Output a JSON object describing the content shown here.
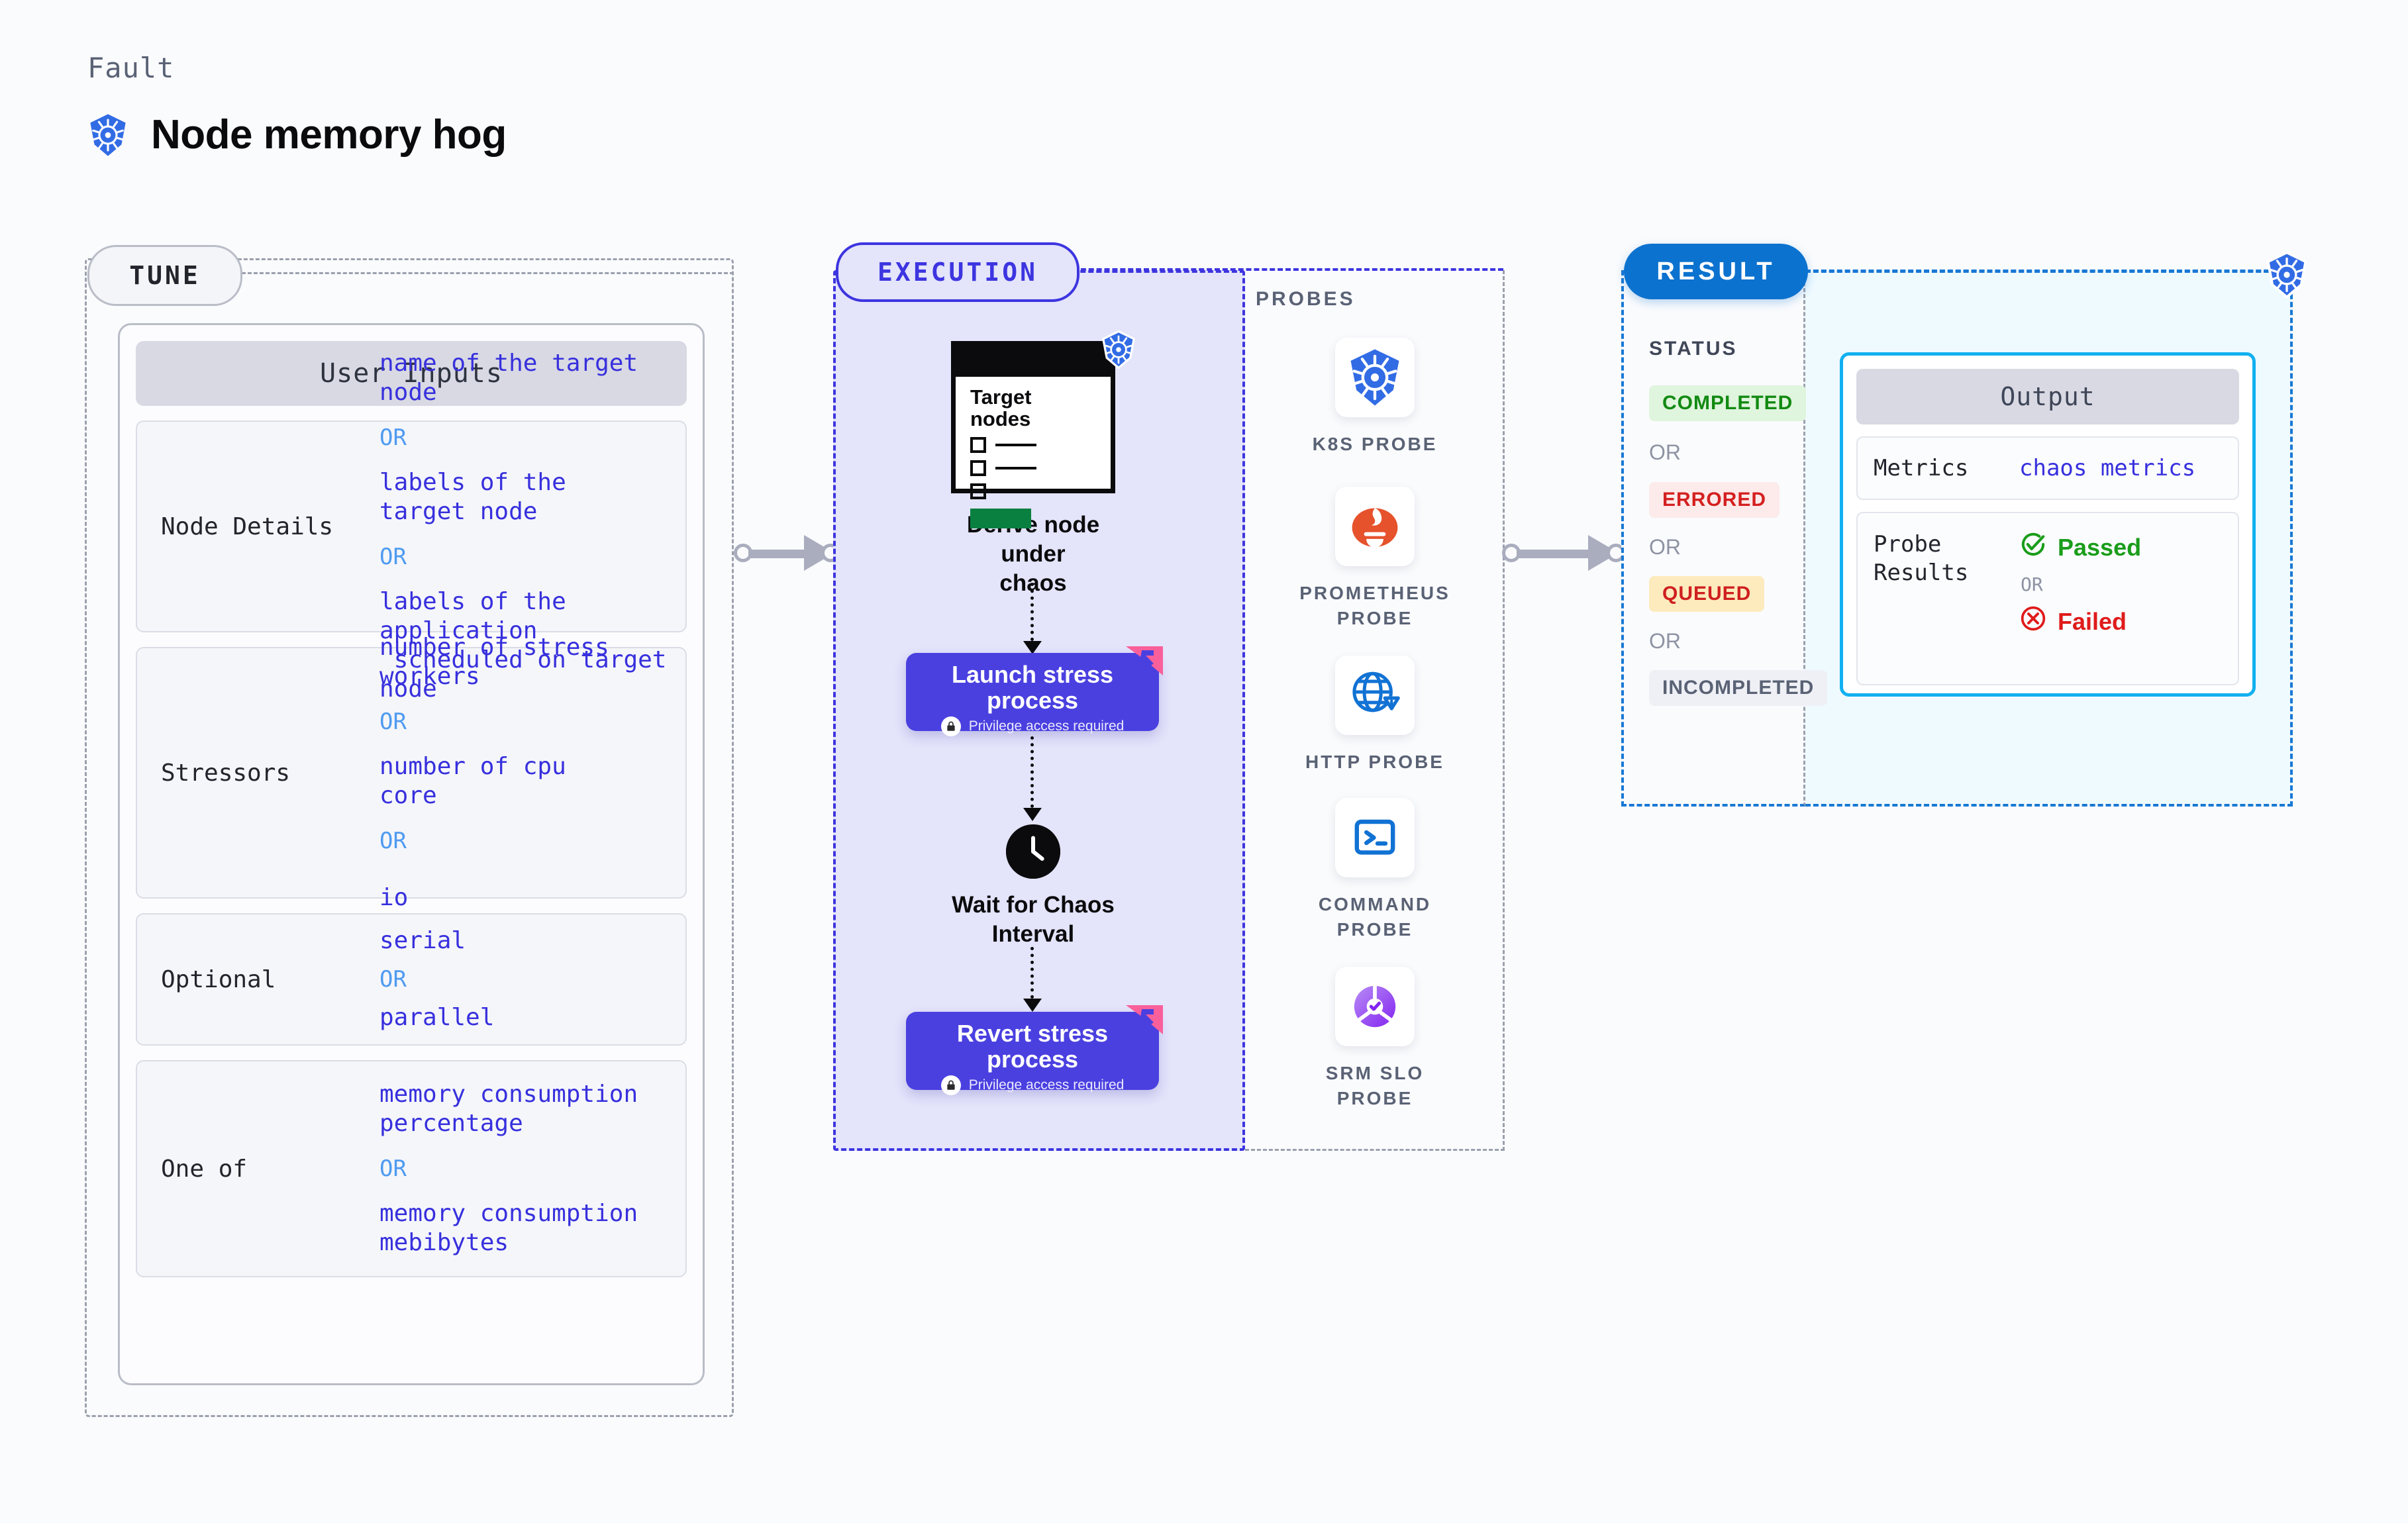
{
  "header": {
    "eyebrow": "Fault",
    "title": "Node memory hog",
    "icon": "kubernetes-icon"
  },
  "tune": {
    "chip_label": "TUNE",
    "card_title": "User Inputs",
    "groups": [
      {
        "label": "Node Details",
        "values": [
          "name of the target node",
          "labels of the\ntarget node",
          "labels of the application\n scheduled on target node"
        ],
        "separator": "OR"
      },
      {
        "label": "Stressors",
        "values": [
          "number of stress workers",
          "number of cpu\ncore",
          "io"
        ],
        "separator": "OR"
      },
      {
        "label": "Optional",
        "values": [
          "serial",
          "parallel"
        ],
        "separator": "OR"
      },
      {
        "label": "One of",
        "values": [
          "memory consumption percentage",
          "memory consumption mebibytes"
        ],
        "separator": "OR"
      }
    ]
  },
  "execution": {
    "chip_label": "EXECUTION",
    "derive": {
      "doc_title": "Target\nnodes",
      "caption": "Derive node under chaos",
      "icon": "kubernetes-icon"
    },
    "steps": [
      {
        "title": "Launch stress process",
        "subtitle": "Privilege access required",
        "icon": "lock-icon",
        "badge": "ribbon-badge"
      },
      {
        "title": "Revert stress process",
        "subtitle": "Privilege access required",
        "icon": "lock-icon",
        "badge": "ribbon-badge"
      }
    ],
    "wait": {
      "caption": "Wait for Chaos Interval",
      "icon": "clock-icon"
    }
  },
  "probes": {
    "title": "PROBES",
    "items": [
      {
        "label": "K8S PROBE",
        "icon": "kubernetes-icon"
      },
      {
        "label": "PROMETHEUS PROBE",
        "icon": "prometheus-icon"
      },
      {
        "label": "HTTP PROBE",
        "icon": "globe-warning-icon"
      },
      {
        "label": "COMMAND PROBE",
        "icon": "terminal-icon"
      },
      {
        "label": "SRM SLO PROBE",
        "icon": "srm-slo-icon"
      }
    ]
  },
  "result": {
    "chip_label": "RESULT",
    "status_title": "STATUS",
    "separator": "OR",
    "statuses": [
      {
        "label": "COMPLETED",
        "bg": "#dff5dd",
        "fg": "#128a12"
      },
      {
        "label": "ERRORED",
        "bg": "#fdeaea",
        "fg": "#d42020"
      },
      {
        "label": "QUEUED",
        "bg": "#fdebbd",
        "fg": "#cf2020"
      },
      {
        "label": "INCOMPLETED",
        "bg": "#eef0f5",
        "fg": "#5a6275"
      }
    ],
    "corner_icon": "kubernetes-icon"
  },
  "output": {
    "title": "Output",
    "rows": [
      {
        "label": "Metrics",
        "value": "chaos metrics"
      }
    ],
    "probe_results": {
      "label": "Probe Results",
      "passed": "Passed",
      "failed": "Failed",
      "separator": "OR",
      "passed_icon": "check-circle-icon",
      "failed_icon": "x-circle-icon"
    }
  },
  "colors": {
    "accent_indigo": "#3d35e0",
    "accent_blue": "#1878d4",
    "value_text": "#3730dd",
    "or_text": "#4f9bf0"
  }
}
